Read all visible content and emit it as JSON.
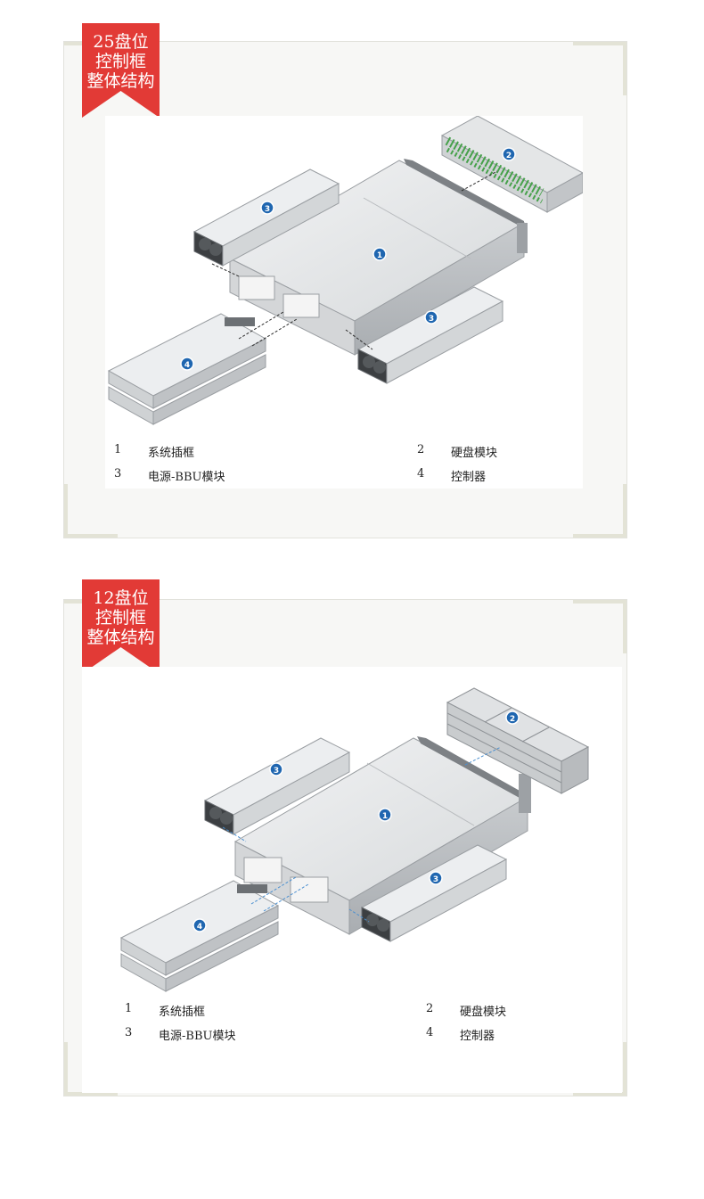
{
  "sections": [
    {
      "ribbon": [
        "25盘位",
        "控制框",
        "整体结构"
      ],
      "legend": [
        {
          "num": "1",
          "label": "系统插框"
        },
        {
          "num": "2",
          "label": "硬盘模块"
        },
        {
          "num": "3",
          "label": "电源-BBU模块"
        },
        {
          "num": "4",
          "label": "控制器"
        }
      ],
      "callouts": [
        "1",
        "2",
        "3",
        "3",
        "4"
      ]
    },
    {
      "ribbon": [
        "12盘位",
        "控制框",
        "整体结构"
      ],
      "legend": [
        {
          "num": "1",
          "label": "系统插框"
        },
        {
          "num": "2",
          "label": "硬盘模块"
        },
        {
          "num": "3",
          "label": "电源-BBU模块"
        },
        {
          "num": "4",
          "label": "控制器"
        }
      ],
      "callouts": [
        "1",
        "2",
        "3",
        "3",
        "4"
      ]
    }
  ],
  "colors": {
    "ribbon": "#e23a36",
    "callout": "#1f66b0",
    "chassis_light": "#e9ebec",
    "chassis_dark": "#b9bcbf",
    "disk_green": "#46a14a",
    "panel_bg": "#f7f7f5"
  }
}
